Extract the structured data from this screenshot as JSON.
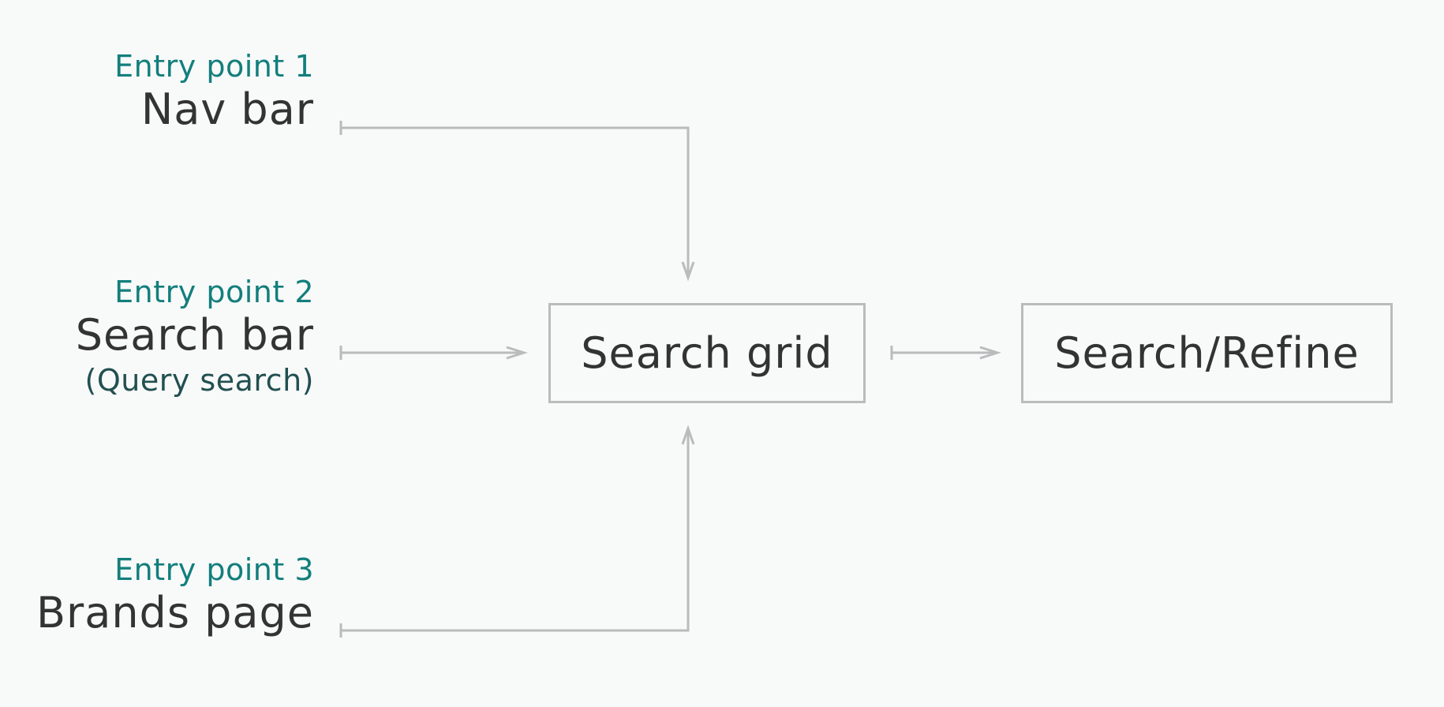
{
  "entries": [
    {
      "tag": "Entry point 1",
      "name": "Nav bar",
      "note": ""
    },
    {
      "tag": "Entry point 2",
      "name": "Search bar",
      "note": "(Query search)"
    },
    {
      "tag": "Entry point 3",
      "name": "Brands page",
      "note": ""
    }
  ],
  "nodes": {
    "grid": "Search grid",
    "refine": "Search/Refine"
  },
  "colors": {
    "background": "#f8f9f9",
    "accent": "#127f7c",
    "text": "#333333",
    "note": "#225050",
    "line": "#b9bcbc"
  }
}
